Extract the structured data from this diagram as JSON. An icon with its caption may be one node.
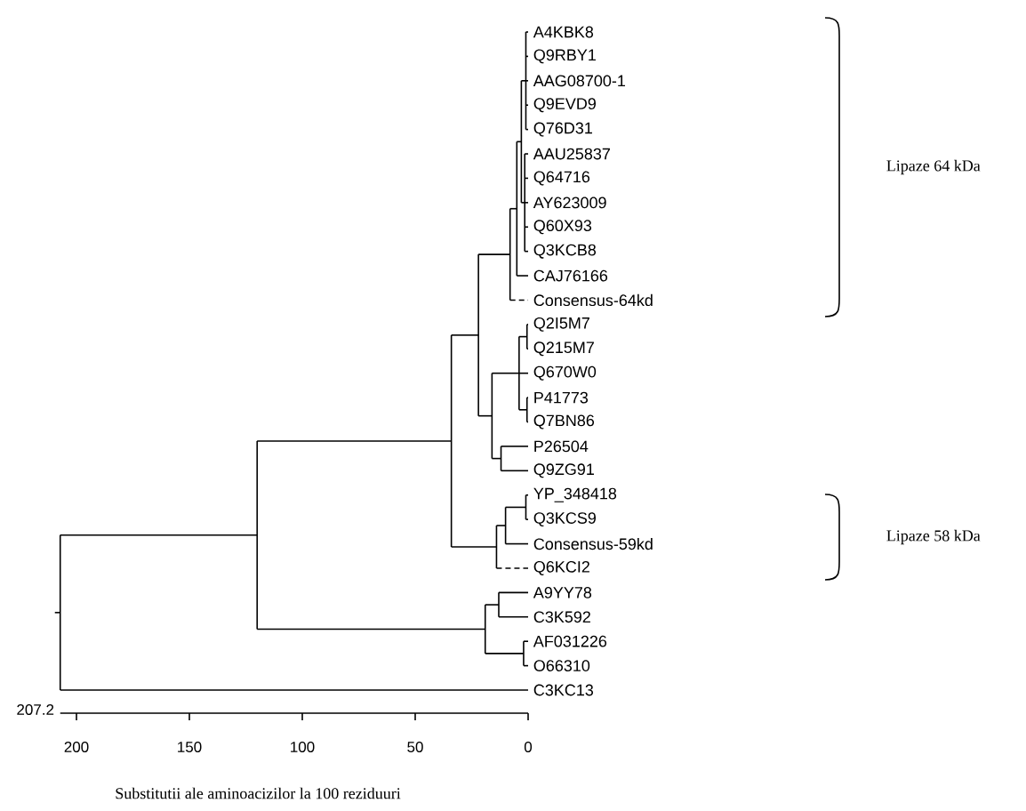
{
  "diagram": {
    "labels": [
      "A4KBK8",
      "Q9RBY1",
      "AAG08700-1",
      "Q9EVD9",
      "Q76D31",
      "AAU25837",
      "Q64716",
      "AY623009",
      "Q60X93",
      "Q3KCB8",
      "CAJ76166",
      "Consensus-64kd",
      "Q2I5M7",
      "Q215M7",
      "Q670W0",
      "P41773",
      "Q7BN86",
      "P26504",
      "Q9ZG91",
      "YP_348418",
      "Q3KCS9",
      "Consensus-59kd",
      "Q6KCI2",
      "A9YY78",
      "C3K592",
      "AF031226",
      "O66310",
      "C3KC13",
      "Lipaze 64 kDa",
      "Lipaze 58 kDa",
      "207.2",
      "200",
      "150",
      "100",
      "50",
      "0",
      "Substitutii ale aminoacizilor la 100 reziduuri"
    ]
  }
}
